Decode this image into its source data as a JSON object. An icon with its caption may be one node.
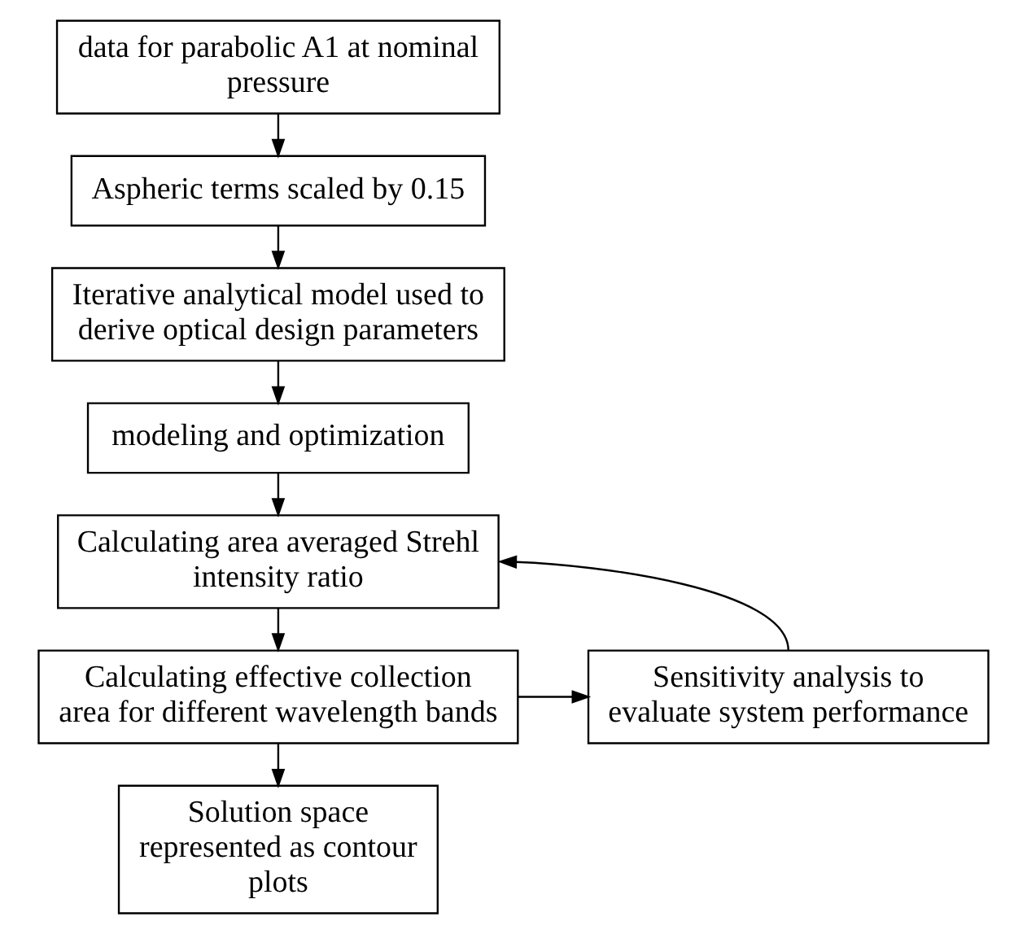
{
  "diagram": {
    "nodes": [
      {
        "text": [
          "data for parabolic A1 at nominal pressure"
        ]
      },
      {
        "text": [
          "Aspheric terms scaled by 0.15"
        ]
      },
      {
        "text": [
          "Iterative analytical model used to derive optical design parameters"
        ]
      },
      {
        "text": [
          "modeling and optimization"
        ]
      },
      {
        "text": [
          "Calculating area averaged Strehl intensity ratio"
        ]
      },
      {
        "text": [
          "Calculating effective collection area for different wavelength bands"
        ]
      },
      {
        "text": [
          "Sensitivity analysis to evaluate system performance"
        ]
      },
      {
        "text": [
          "Solution space represented as contour plots"
        ]
      }
    ],
    "edges": [
      {
        "from": 0,
        "to": 1,
        "arrow": "to"
      },
      {
        "from": 1,
        "to": 2,
        "arrow": "to"
      },
      {
        "from": 2,
        "to": 3,
        "arrow": "to"
      },
      {
        "from": 3,
        "to": 4,
        "arrow": "to"
      },
      {
        "from": 4,
        "to": 5,
        "arrow": "to"
      },
      {
        "from": 5,
        "to": 6,
        "arrow": "to"
      },
      {
        "from": 6,
        "to": 4,
        "arrow": "to"
      },
      {
        "from": 5,
        "to": 7,
        "arrow": "to"
      }
    ]
  }
}
